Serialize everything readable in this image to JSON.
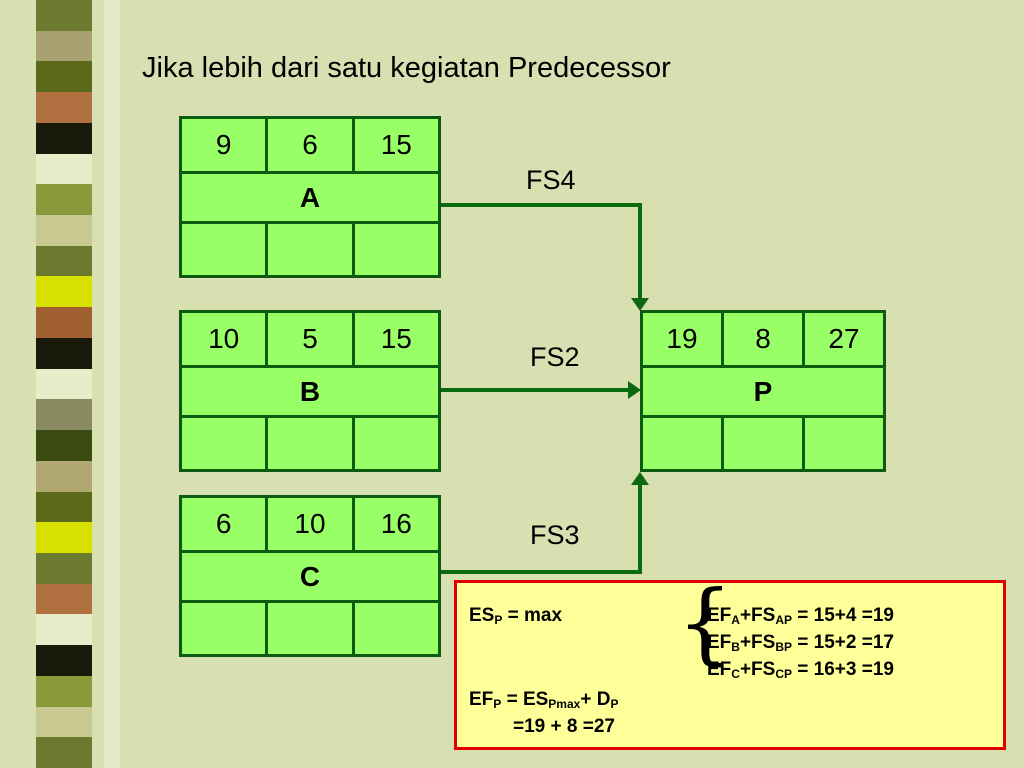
{
  "title": "Jika lebih dari satu kegiatan Predecessor",
  "stripe_colors": [
    "#6b7a2e",
    "#a8a070",
    "#5a6a1a",
    "#b07040",
    "#1a1a0a",
    "#e8ecc8",
    "#8a9a3a",
    "#c8c890",
    "#6b7a2e",
    "#d8e000",
    "#a06030",
    "#1a1a0a",
    "#e8ecc8",
    "#8a8a60",
    "#3a4a10",
    "#b0a870",
    "#5a6a1a",
    "#d8e000",
    "#6b7a2e",
    "#b07040",
    "#e8ecc8",
    "#1a1a0a",
    "#8a9a3a",
    "#c8c890",
    "#6b7a2e"
  ],
  "nodes": {
    "a": {
      "es": "9",
      "dur": "6",
      "ef": "15",
      "name": "A"
    },
    "b": {
      "es": "10",
      "dur": "5",
      "ef": "15",
      "name": "B"
    },
    "c": {
      "es": "6",
      "dur": "10",
      "ef": "16",
      "name": "C"
    },
    "p": {
      "es": "19",
      "dur": "8",
      "ef": "27",
      "name": "P"
    }
  },
  "links": {
    "ap": "FS4",
    "bp": "FS2",
    "cp": "FS3"
  },
  "formula": {
    "es_lhs": "ES",
    "es_sub": "P",
    "es_rhs": " = max",
    "terms": [
      {
        "ef": "EF",
        "ef_sub": "A",
        "fs": "+FS",
        "fs_sub": "AP",
        "rest": " = 15+4 =19"
      },
      {
        "ef": "EF",
        "ef_sub": "B",
        "fs": "+FS",
        "fs_sub": "BP",
        "rest": " = 15+2 =17"
      },
      {
        "ef": "EF",
        "ef_sub": "C",
        "fs": "+FS",
        "fs_sub": "CP",
        "rest": " = 16+3 =19"
      }
    ],
    "ef_lhs": "EF",
    "ef_sub": "P",
    "ef_eq": " = ES",
    "ef_es_sub": "Pmax",
    "ef_plus": "+ D",
    "ef_d_sub": "P",
    "ef_line2": "=19 + 8 =27"
  },
  "colors": {
    "node_fill": "#99ff66",
    "node_border": "#0b5a10",
    "arrow": "#0b6a10",
    "box_border": "#e00000",
    "box_fill": "#ffff99"
  }
}
